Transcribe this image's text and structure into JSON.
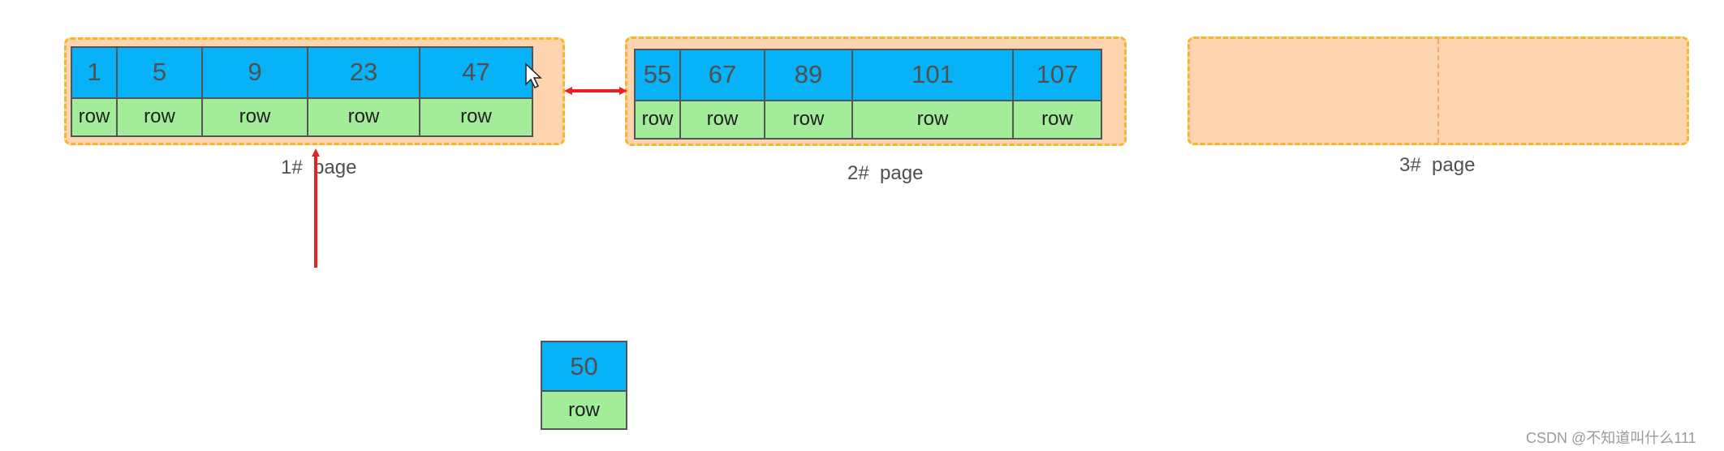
{
  "pages": [
    {
      "label": "1#  page",
      "records": [
        {
          "key": "1",
          "value": "row"
        },
        {
          "key": "5",
          "value": "row"
        },
        {
          "key": "9",
          "value": "row"
        },
        {
          "key": "23",
          "value": "row"
        },
        {
          "key": "47",
          "value": "row"
        }
      ]
    },
    {
      "label": "2#  page",
      "records": [
        {
          "key": "55",
          "value": "row"
        },
        {
          "key": "67",
          "value": "row"
        },
        {
          "key": "89",
          "value": "row"
        },
        {
          "key": "101",
          "value": "row"
        },
        {
          "key": "107",
          "value": "row"
        }
      ]
    },
    {
      "label": "3#  page",
      "records": []
    }
  ],
  "new_record": {
    "key": "50",
    "value": "row"
  },
  "watermark": "CSDN @不知道叫什么111",
  "colors": {
    "key_cell": "#07b2f7",
    "row_cell": "#a3ec9a",
    "page_fill": "#fdd4b0",
    "page_border": "#f6b52a",
    "arrow": "#e8231f"
  }
}
